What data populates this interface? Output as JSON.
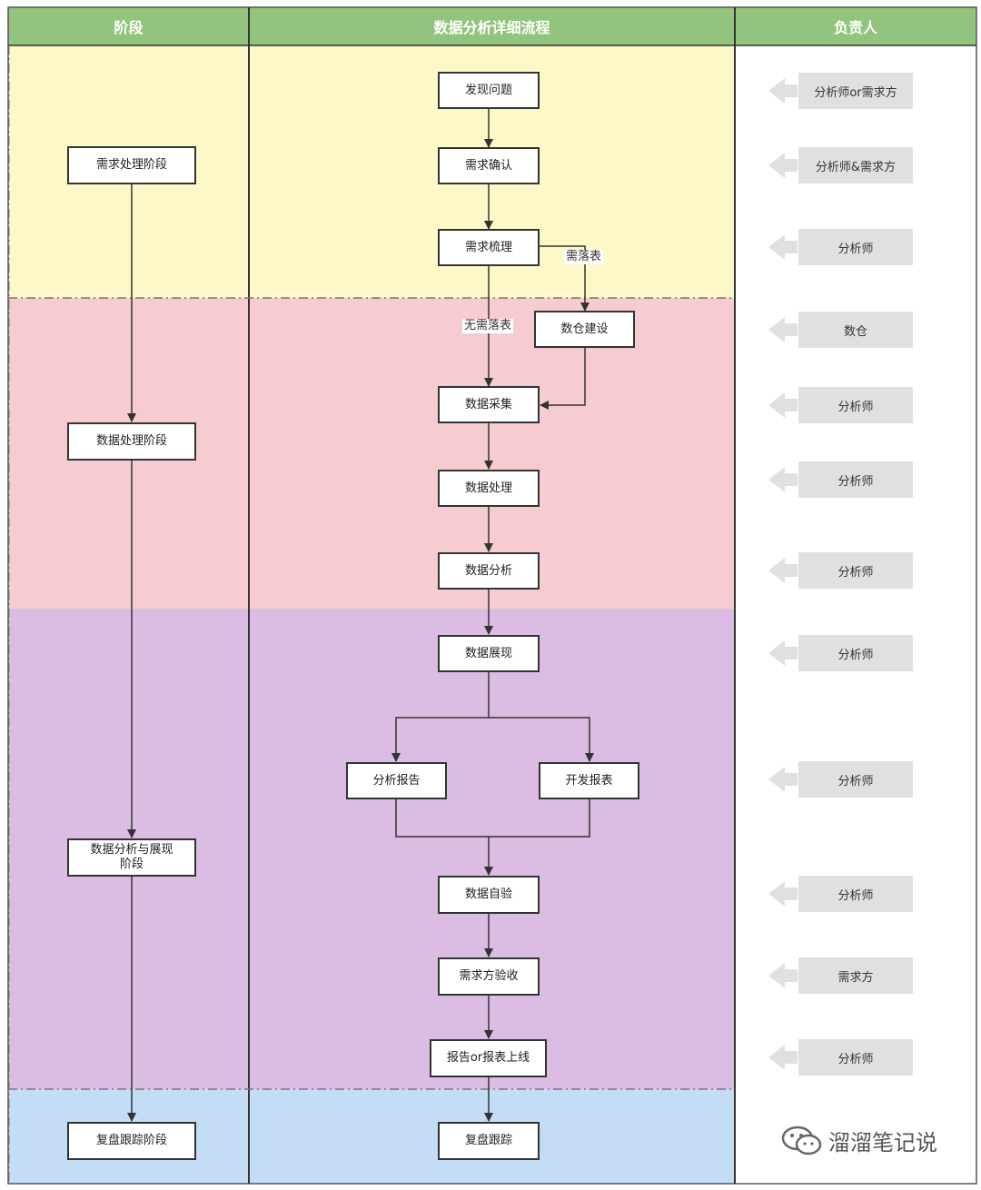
{
  "headers": {
    "stage": "阶段",
    "process": "数据分析详细流程",
    "owner": "负责人"
  },
  "colors": {
    "header_green": "#93c47d",
    "band_requirement": "#fcf8c8",
    "band_processing": "#f6ccd0",
    "band_analysis": "#dbbce3",
    "band_review": "#c3ddf6",
    "owner_box": "#e0e0e0"
  },
  "stages": {
    "requirement": "需求处理阶段",
    "processing": "数据处理阶段",
    "analysis": "数据分析与展现阶段",
    "review": "复盘跟踪阶段"
  },
  "steps": {
    "discover": "发现问题",
    "confirm": "需求确认",
    "sort": "需求梳理",
    "warehouse": "数仓建设",
    "collect": "数据采集",
    "process": "数据处理",
    "analyze": "数据分析",
    "display": "数据展现",
    "report": "分析报告",
    "dev_report": "开发报表",
    "self_check": "数据自验",
    "acceptance": "需求方验收",
    "launch": "报告or报表上线",
    "review": "复盘跟踪"
  },
  "edge_labels": {
    "needs_table": "需落表",
    "no_table": "无需落表"
  },
  "owners": {
    "discover": "分析师or需求方",
    "confirm": "分析师&需求方",
    "sort": "分析师",
    "warehouse": "数仓",
    "collect": "分析师",
    "process": "分析师",
    "analyze": "分析师",
    "display": "分析师",
    "report": "分析师",
    "self_check": "分析师",
    "acceptance": "需求方",
    "launch": "分析师"
  },
  "watermark": {
    "text": "溜溜笔记说",
    "icon": "wechat-icon"
  }
}
